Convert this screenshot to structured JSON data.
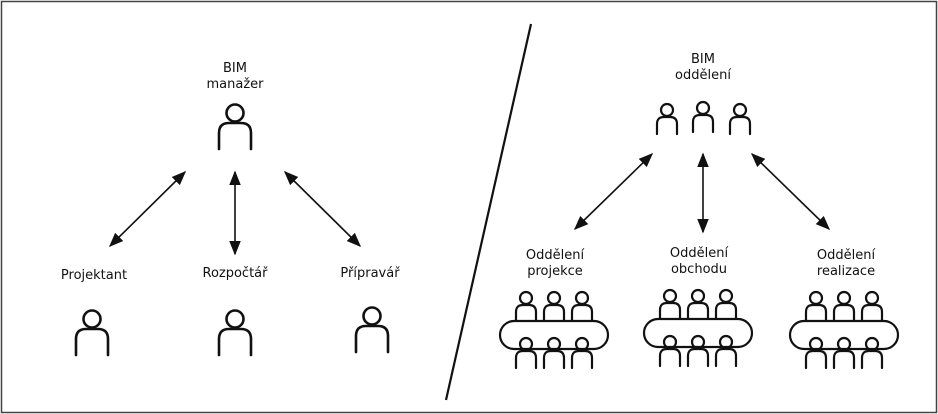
{
  "left": {
    "top": {
      "line1": "BIM",
      "line2": "manažer"
    },
    "roles": [
      "Projektant",
      "Rozpočtář",
      "Přípravář"
    ]
  },
  "right": {
    "top": {
      "line1": "BIM",
      "line2": "oddělení"
    },
    "departments": [
      {
        "line1": "Oddělení",
        "line2": "projekce"
      },
      {
        "line1": "Oddělení",
        "line2": "obchodu"
      },
      {
        "line1": "Oddělení",
        "line2": "realizace"
      }
    ]
  },
  "colors": {
    "stroke": "#111111",
    "frame": "#444444",
    "background": "#ffffff"
  },
  "icons": [
    "person-icon",
    "group-icon",
    "team-table-icon",
    "double-arrow-icon"
  ]
}
